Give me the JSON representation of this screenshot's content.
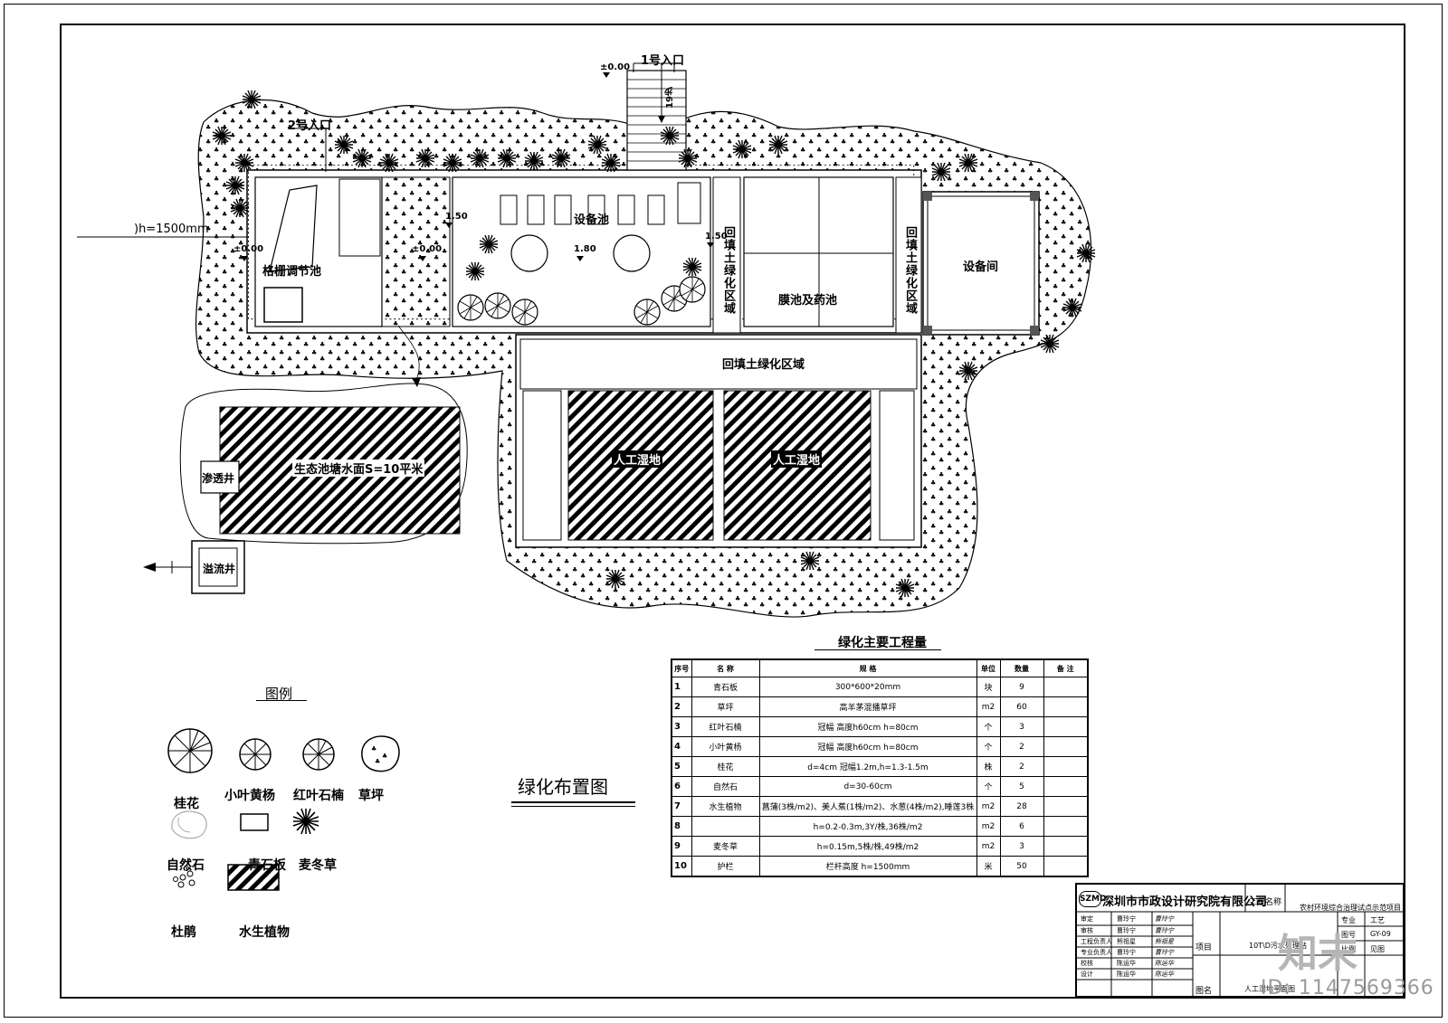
{
  "drawing": {
    "title": "绿化布置图",
    "labels": {
      "entrance1": "1号入口",
      "entrance2": "2号入口",
      "elev_top": "±0.00",
      "elev_left": "±0.00",
      "elev_mid": "±0.00",
      "elev_150a": "1.50",
      "elev_150b": "1.50",
      "elev_180": "1.80",
      "stairs": "19步",
      "height_note": ")h=1500mm",
      "grille_tank": "格栅调节池",
      "equipment_tank": "设备池",
      "backfill_vertical_1": "回填土绿化区域",
      "membrane_tank": "膜池及药池",
      "backfill_vertical_2": "回填土绿化区域",
      "equipment_room": "设备间",
      "backfill_horizontal": "回填土绿化区域",
      "wetland_1": "人工湿地",
      "wetland_2": "人工湿地",
      "eco_pond": "生态池塘水面S=10平米",
      "seepage_well": "渗透井",
      "overflow_well": "溢流井"
    }
  },
  "legend": {
    "title": "图例",
    "items": [
      {
        "label": "桂花",
        "icon": "osmanthus-icon"
      },
      {
        "label": "小叶黄杨",
        "icon": "boxwood-icon"
      },
      {
        "label": "红叶石楠",
        "icon": "photinia-icon"
      },
      {
        "label": "草坪",
        "icon": "lawn-icon"
      },
      {
        "label": "自然石",
        "icon": "natural-stone-icon"
      },
      {
        "label": "青石板",
        "icon": "bluestone-slab-icon"
      },
      {
        "label": "麦冬草",
        "icon": "lilyturf-icon"
      },
      {
        "label": "杜鹃",
        "icon": "azalea-icon"
      },
      {
        "label": "水生植物",
        "icon": "aquatic-plant-icon"
      }
    ]
  },
  "quantity_table": {
    "title": "绿化主要工程量",
    "headers": [
      "序号",
      "名 称",
      "规 格",
      "单位",
      "数量",
      "备 注"
    ],
    "rows": [
      [
        "1",
        "青石板",
        "300*600*20mm",
        "块",
        "9",
        ""
      ],
      [
        "2",
        "草坪",
        "高羊茅混播草坪",
        "m2",
        "60",
        ""
      ],
      [
        "3",
        "红叶石楠",
        "冠幅 高度h60cm h=80cm",
        "个",
        "3",
        ""
      ],
      [
        "4",
        "小叶黄杨",
        "冠幅 高度h60cm h=80cm",
        "个",
        "2",
        ""
      ],
      [
        "5",
        "桂花",
        "d=4cm 冠幅1.2m,h=1.3-1.5m",
        "株",
        "2",
        ""
      ],
      [
        "6",
        "自然石",
        "d=30-60cm",
        "个",
        "5",
        ""
      ],
      [
        "7",
        "水生植物",
        "菖蒲(3株/m2)、美人蕉(1株/m2)、水葱(4株/m2),睡莲3株",
        "m2",
        "28",
        ""
      ],
      [
        "8",
        "",
        "h=0.2-0.3m,3Y/株,36株/m2",
        "m2",
        "6",
        ""
      ],
      [
        "9",
        "麦冬草",
        "h=0.15m,5株/株,49株/m2",
        "m2",
        "3",
        ""
      ],
      [
        "10",
        "护栏",
        "栏杆高度 h=1500mm",
        "米",
        "50",
        ""
      ]
    ]
  },
  "title_block": {
    "logo": "SZMD",
    "company": "深圳市市政设计研究院有限公司",
    "project_name_label": "工程名称",
    "project_name": "农村环境综合治理试点示范项目",
    "project_label": "项目",
    "project": "10T\\D污水处理站",
    "drawing_label": "图名",
    "drawing_name": "人工湿地平面图",
    "roles": [
      "审定",
      "审核",
      "工程负责人",
      "专业负责人",
      "校核",
      "设计"
    ],
    "signers": [
      "曹玲宁",
      "曹玲宁",
      "熊祖星",
      "曹玲宁",
      "陈运华",
      "陈运华"
    ],
    "right_labels": [
      "专业",
      "图号",
      "比例"
    ],
    "right_values": [
      "工艺",
      "GY-09",
      "见图"
    ]
  },
  "watermark": {
    "id": "ID: 1147569366",
    "logo": "知末"
  }
}
